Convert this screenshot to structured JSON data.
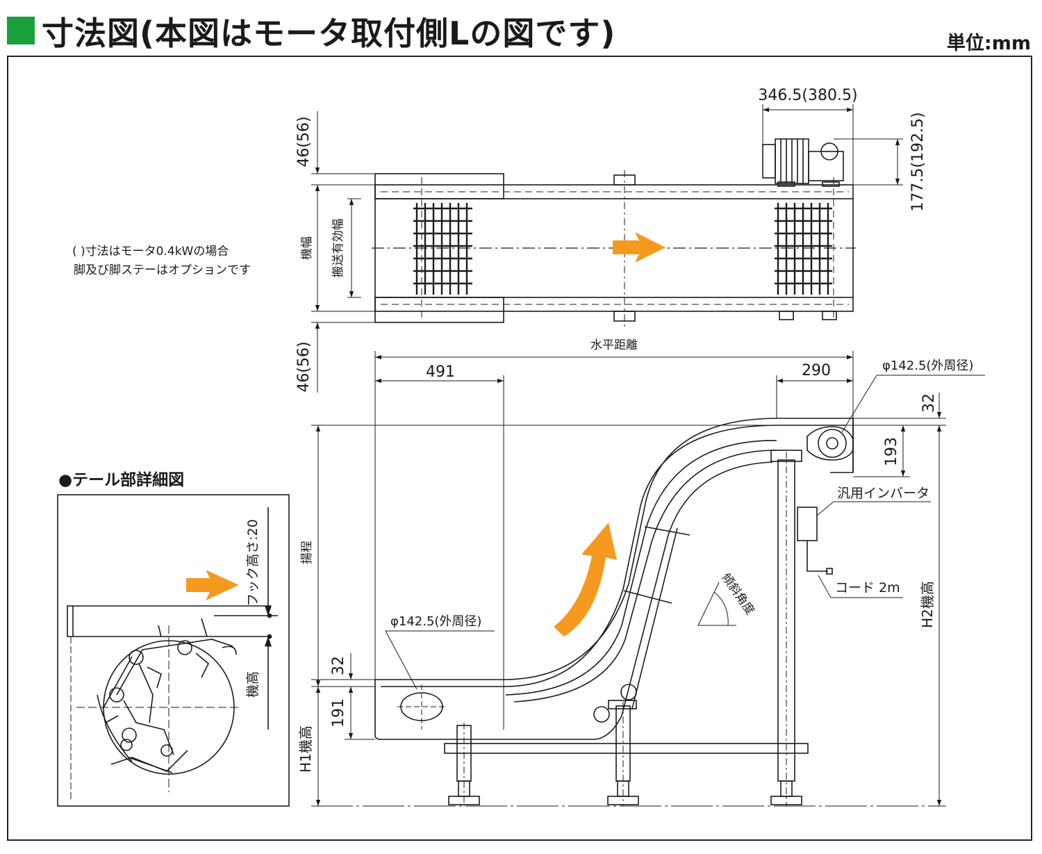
{
  "header": {
    "title": "寸法図(本図はモータ取付側Lの図です)",
    "unit": "単位:mm",
    "accent_color": "#19a03a"
  },
  "arrow_color": "#f59a1e",
  "top_view": {
    "motor_width_dim": "346.5(380.5)",
    "motor_height_dim": "177.5(192.5)",
    "top_offset_dim": "46(56)",
    "bottom_offset_dim": "46(56)",
    "machine_width_label": "機幅",
    "effective_width_label": "搬送有効幅"
  },
  "notes": {
    "line1": "(  )寸法はモータ0.4kWの場合",
    "line2": "脚及び脚ステーはオプションです"
  },
  "side_view": {
    "horizontal_distance_label": "水平距離",
    "tail_length_dim": "491",
    "head_length_dim": "290",
    "head_sprocket_label": "φ142.5(外周径)",
    "tail_sprocket_label": "φ142.5(外周径)",
    "head_top_dim": "32",
    "head_drop_dim": "193",
    "tail_top_dim": "32",
    "tail_height_dim": "191",
    "lift_label": "揚程",
    "h1_label": "H1機高",
    "h2_label": "H2機高",
    "inverter_label": "汎用インバータ",
    "cord_label": "コード 2m",
    "incline_label": "傾斜角度"
  },
  "tail_detail": {
    "title": "●テール部詳細図",
    "hook_height_label": "フック高さ:20",
    "machine_height_label": "機高"
  }
}
